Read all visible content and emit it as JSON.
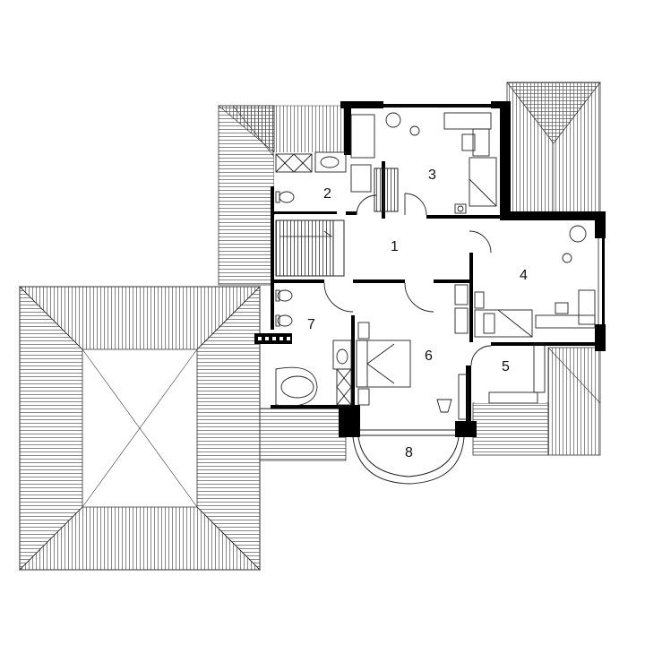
{
  "floor_plan": {
    "rooms": [
      {
        "id": "room-1",
        "number": "1"
      },
      {
        "id": "room-2",
        "number": "2"
      },
      {
        "id": "room-3",
        "number": "3"
      },
      {
        "id": "room-4",
        "number": "4"
      },
      {
        "id": "room-5",
        "number": "5"
      },
      {
        "id": "room-6",
        "number": "6"
      },
      {
        "id": "room-7",
        "number": "7"
      },
      {
        "id": "room-8",
        "number": "8"
      }
    ],
    "colors": {
      "ink": "#000000",
      "background": "#ffffff",
      "roof_hatch": "#555555"
    }
  }
}
